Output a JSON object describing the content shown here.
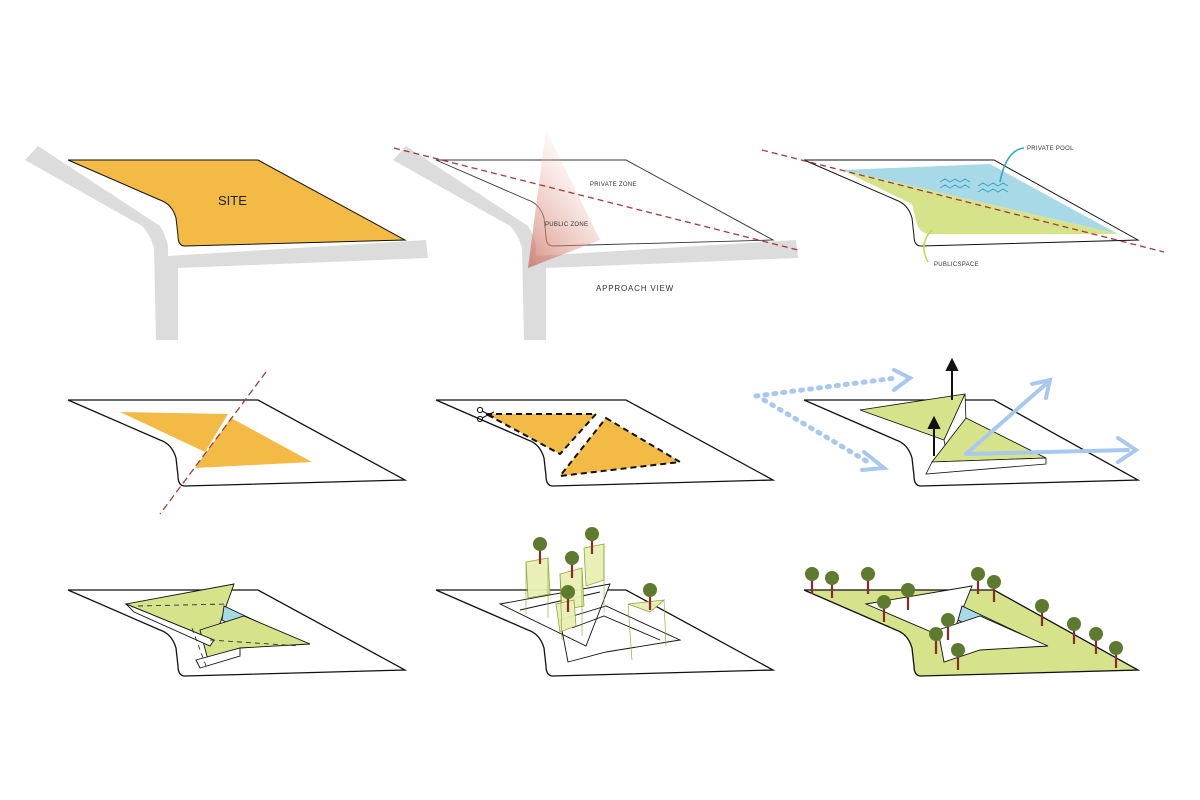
{
  "colors": {
    "road": "#dcdcdc",
    "orange": "#f3bb45",
    "green": "#d6e38b",
    "blue": "#a8d9e6",
    "cut_line": "#a63a3a",
    "arrow_blue": "#a9c8ee",
    "tree_canopy": "#5e7a2e",
    "tree_trunk": "#8a2b2b",
    "outline": "#111111"
  },
  "labels": {
    "site": "SITE",
    "private_zone": "PRIVATE ZONE",
    "public_zone": "PUBLIC ZONE",
    "approach_view": "APPROACH  VIEW",
    "private_pool": "PRIVATE POOL",
    "public_space": "PUBLICSPACE"
  },
  "icons": [
    "scissors-icon",
    "wave-icon",
    "up-arrow-icon",
    "tree-icon"
  ]
}
